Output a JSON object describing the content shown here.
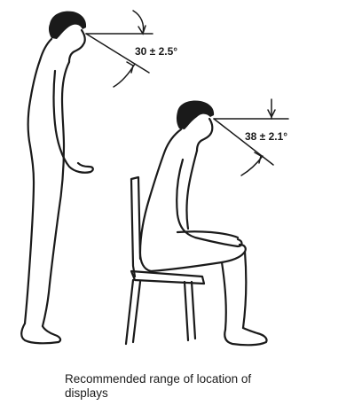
{
  "standing": {
    "angle_label": "30 ± 2.5°"
  },
  "seated": {
    "angle_label": "38 ± 2.1°"
  },
  "caption": {
    "line1": "Recommended range of location of",
    "line2": "displays"
  }
}
